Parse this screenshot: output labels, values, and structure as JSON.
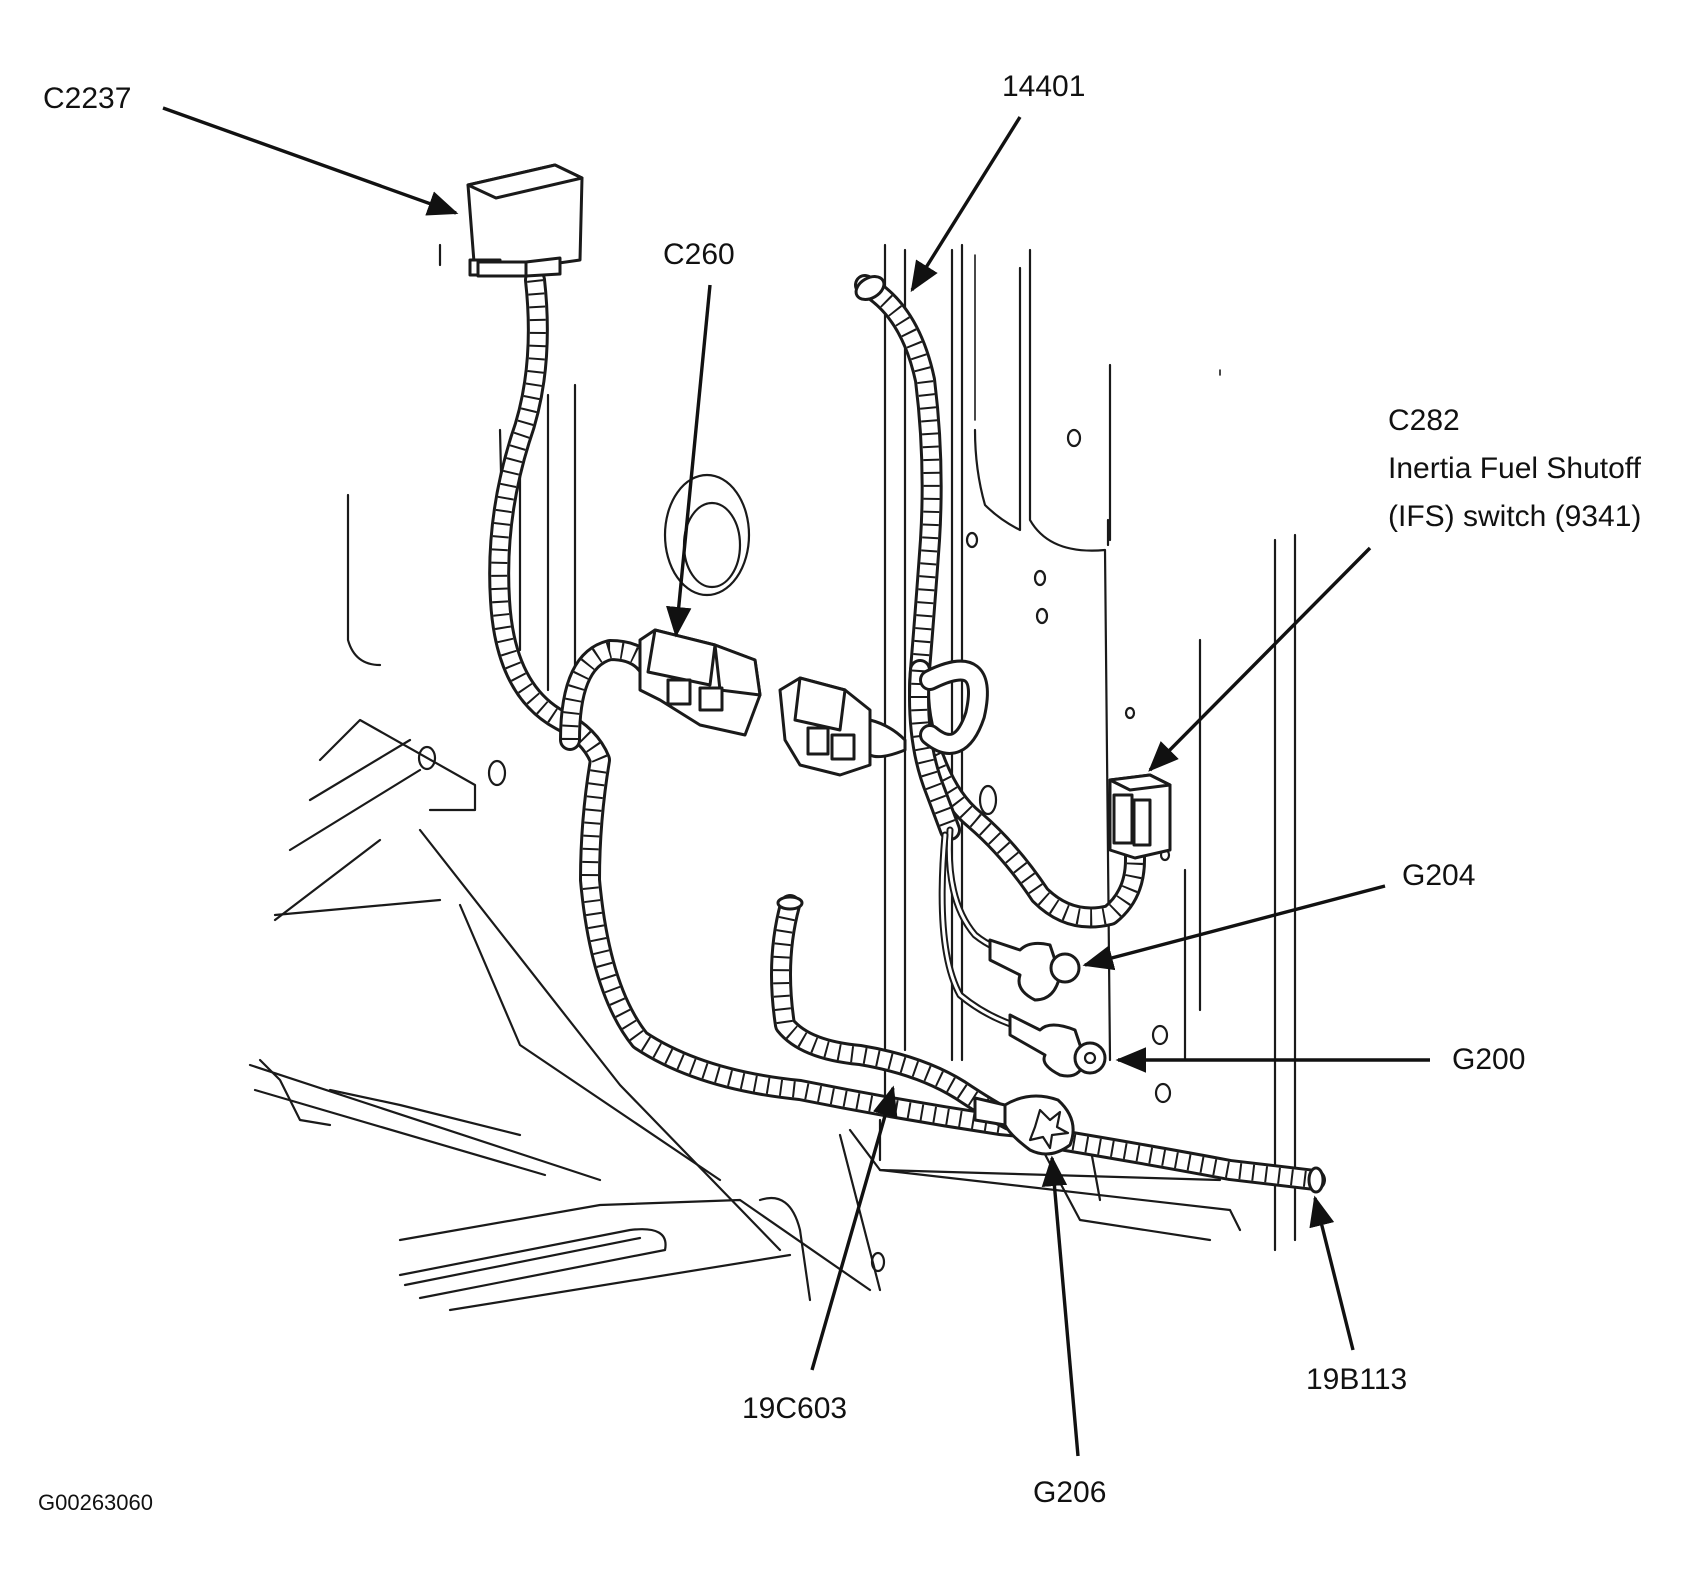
{
  "labels": {
    "c2237": "C2237",
    "n14401": "14401",
    "c260": "C260",
    "c282": "C282",
    "ifs_line1": "Inertia Fuel Shutoff",
    "ifs_line2": "(IFS) switch (9341)",
    "g204": "G204",
    "g200": "G200",
    "n19c603": "19C603",
    "g206": "G206",
    "n19b113": "19B113",
    "figure_id": "G00263060"
  }
}
